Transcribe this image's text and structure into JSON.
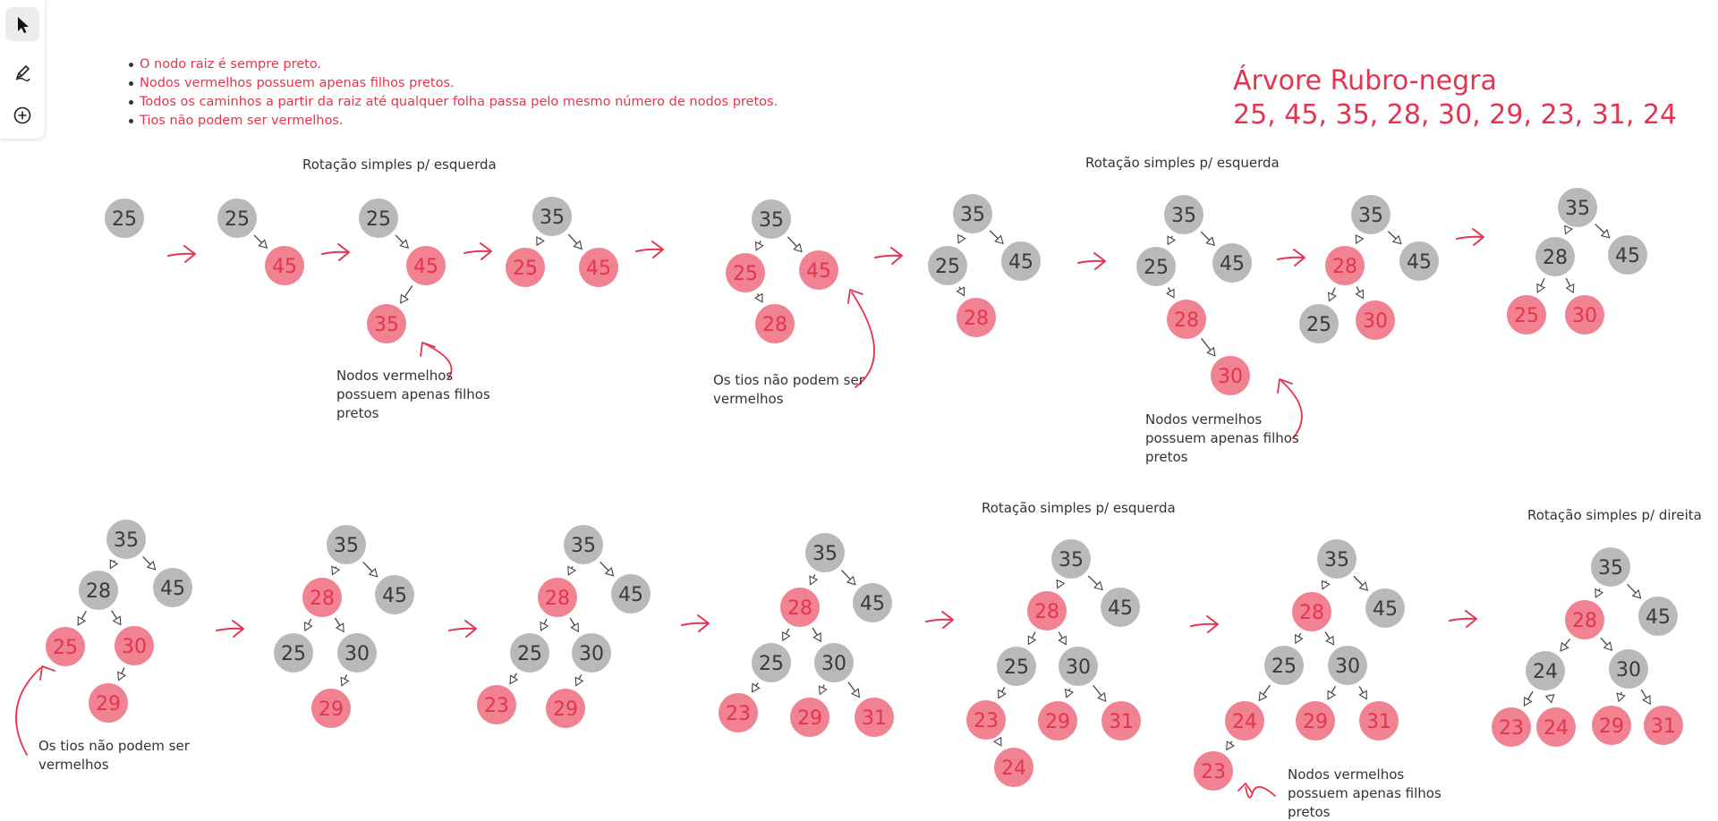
{
  "rules": [
    "O nodo raiz é sempre preto.",
    "Nodos vermelhos possuem apenas filhos pretos.",
    "Todos os caminhos a partir da raiz até qualquer folha passa pelo mesmo número de nodos pretos.",
    "Tios não podem ser vermelhos."
  ],
  "title": "Árvore Rubro-negra",
  "sequence": "25, 45, 35, 28, 30, 29, 23, 31, 24",
  "toolbar": {
    "items": [
      "select-arrow-icon",
      "pen-icon",
      "add-circle-icon"
    ]
  },
  "colors": {
    "red_node": "#f08292",
    "red_text": "#e5344f",
    "black_node": "#b9b9b9",
    "black_text": "#3a3a3a"
  },
  "labels": {
    "rot1": "Rotação simples p/ esquerda",
    "rot2": "Rotação simples p/ esquerda",
    "rot3": "Rotação simples p/ esquerda",
    "rot4": "Rotação simples p/ direita",
    "note1": [
      "Nodos vermelhos",
      "possuem apenas filhos",
      "pretos"
    ],
    "note2": [
      "Os tios não podem ser",
      "vermelhos"
    ],
    "note3": [
      "Nodos vermelhos",
      "possuem apenas filhos",
      "pretos"
    ],
    "note4": [
      "Os tios não podem ser",
      "vermelhos"
    ],
    "note5": [
      "Nodos vermelhos",
      "possuem apenas filhos",
      "pretos"
    ]
  },
  "trees": [
    {
      "nodes": [
        [
          "25",
          "b"
        ]
      ],
      "edges": []
    },
    {
      "nodes": [
        [
          "25",
          "b"
        ],
        [
          "45",
          "r"
        ]
      ],
      "edges": [
        [
          0,
          1
        ]
      ]
    },
    {
      "nodes": [
        [
          "25",
          "b"
        ],
        [
          "45",
          "r"
        ],
        [
          "35",
          "r"
        ]
      ],
      "edges": [
        [
          0,
          1
        ],
        [
          1,
          2
        ]
      ]
    },
    {
      "nodes": [
        [
          "35",
          "b"
        ],
        [
          "25",
          "r"
        ],
        [
          "45",
          "r"
        ]
      ],
      "edges": [
        [
          0,
          1
        ],
        [
          0,
          2
        ]
      ]
    },
    {
      "nodes": [
        [
          "35",
          "b"
        ],
        [
          "25",
          "r"
        ],
        [
          "45",
          "r"
        ],
        [
          "28",
          "r"
        ]
      ],
      "edges": [
        [
          0,
          1
        ],
        [
          0,
          2
        ],
        [
          1,
          3
        ]
      ]
    },
    {
      "nodes": [
        [
          "35",
          "b"
        ],
        [
          "25",
          "b"
        ],
        [
          "45",
          "b"
        ],
        [
          "28",
          "r"
        ]
      ],
      "edges": [
        [
          0,
          1
        ],
        [
          0,
          2
        ],
        [
          1,
          3
        ]
      ]
    },
    {
      "nodes": [
        [
          "35",
          "b"
        ],
        [
          "25",
          "b"
        ],
        [
          "45",
          "b"
        ],
        [
          "28",
          "r"
        ],
        [
          "30",
          "r"
        ]
      ],
      "edges": [
        [
          0,
          1
        ],
        [
          0,
          2
        ],
        [
          1,
          3
        ],
        [
          3,
          4
        ]
      ]
    },
    {
      "nodes": [
        [
          "35",
          "b"
        ],
        [
          "28",
          "r"
        ],
        [
          "45",
          "b"
        ],
        [
          "25",
          "b"
        ],
        [
          "30",
          "r"
        ]
      ],
      "edges": [
        [
          0,
          1
        ],
        [
          0,
          2
        ],
        [
          1,
          3
        ],
        [
          1,
          4
        ]
      ]
    },
    {
      "nodes": [
        [
          "35",
          "b"
        ],
        [
          "28",
          "b"
        ],
        [
          "45",
          "b"
        ],
        [
          "25",
          "r"
        ],
        [
          "30",
          "r"
        ]
      ],
      "edges": [
        [
          0,
          1
        ],
        [
          0,
          2
        ],
        [
          1,
          3
        ],
        [
          1,
          4
        ]
      ]
    },
    {
      "nodes": [
        [
          "35",
          "b"
        ],
        [
          "28",
          "b"
        ],
        [
          "45",
          "b"
        ],
        [
          "25",
          "r"
        ],
        [
          "30",
          "r"
        ],
        [
          "29",
          "r"
        ]
      ],
      "edges": [
        [
          0,
          1
        ],
        [
          0,
          2
        ],
        [
          1,
          3
        ],
        [
          1,
          4
        ],
        [
          4,
          5
        ]
      ]
    },
    {
      "nodes": [
        [
          "35",
          "b"
        ],
        [
          "28",
          "r"
        ],
        [
          "45",
          "b"
        ],
        [
          "25",
          "b"
        ],
        [
          "30",
          "b"
        ],
        [
          "29",
          "r"
        ]
      ],
      "edges": [
        [
          0,
          1
        ],
        [
          0,
          2
        ],
        [
          1,
          3
        ],
        [
          1,
          4
        ],
        [
          4,
          5
        ]
      ]
    },
    {
      "nodes": [
        [
          "35",
          "b"
        ],
        [
          "28",
          "r"
        ],
        [
          "45",
          "b"
        ],
        [
          "25",
          "b"
        ],
        [
          "30",
          "b"
        ],
        [
          "23",
          "r"
        ],
        [
          "29",
          "r"
        ]
      ],
      "edges": [
        [
          0,
          1
        ],
        [
          0,
          2
        ],
        [
          1,
          3
        ],
        [
          1,
          4
        ],
        [
          3,
          5
        ],
        [
          4,
          6
        ]
      ]
    },
    {
      "nodes": [
        [
          "35",
          "b"
        ],
        [
          "28",
          "r"
        ],
        [
          "45",
          "b"
        ],
        [
          "25",
          "b"
        ],
        [
          "30",
          "b"
        ],
        [
          "23",
          "r"
        ],
        [
          "29",
          "r"
        ],
        [
          "31",
          "r"
        ]
      ],
      "edges": [
        [
          0,
          1
        ],
        [
          0,
          2
        ],
        [
          1,
          3
        ],
        [
          1,
          4
        ],
        [
          3,
          5
        ],
        [
          4,
          6
        ],
        [
          4,
          7
        ]
      ]
    },
    {
      "nodes": [
        [
          "35",
          "b"
        ],
        [
          "28",
          "r"
        ],
        [
          "45",
          "b"
        ],
        [
          "25",
          "b"
        ],
        [
          "30",
          "b"
        ],
        [
          "23",
          "r"
        ],
        [
          "29",
          "r"
        ],
        [
          "31",
          "r"
        ],
        [
          "24",
          "r"
        ]
      ],
      "edges": [
        [
          0,
          1
        ],
        [
          0,
          2
        ],
        [
          1,
          3
        ],
        [
          1,
          4
        ],
        [
          3,
          5
        ],
        [
          4,
          6
        ],
        [
          4,
          7
        ],
        [
          5,
          8
        ]
      ]
    },
    {
      "nodes": [
        [
          "35",
          "b"
        ],
        [
          "28",
          "r"
        ],
        [
          "45",
          "b"
        ],
        [
          "25",
          "b"
        ],
        [
          "30",
          "b"
        ],
        [
          "24",
          "r"
        ],
        [
          "29",
          "r"
        ],
        [
          "31",
          "r"
        ],
        [
          "23",
          "r"
        ]
      ],
      "edges": [
        [
          0,
          1
        ],
        [
          0,
          2
        ],
        [
          1,
          3
        ],
        [
          1,
          4
        ],
        [
          3,
          5
        ],
        [
          4,
          6
        ],
        [
          4,
          7
        ],
        [
          5,
          8
        ]
      ]
    },
    {
      "nodes": [
        [
          "35",
          "b"
        ],
        [
          "28",
          "r"
        ],
        [
          "45",
          "b"
        ],
        [
          "24",
          "b"
        ],
        [
          "30",
          "b"
        ],
        [
          "23",
          "r"
        ],
        [
          "24",
          "r"
        ],
        [
          "29",
          "r"
        ],
        [
          "31",
          "r"
        ]
      ],
      "edges": [
        [
          0,
          1
        ],
        [
          0,
          2
        ],
        [
          1,
          3
        ],
        [
          1,
          4
        ],
        [
          3,
          5
        ],
        [
          3,
          6
        ],
        [
          4,
          7
        ],
        [
          4,
          8
        ]
      ]
    }
  ]
}
